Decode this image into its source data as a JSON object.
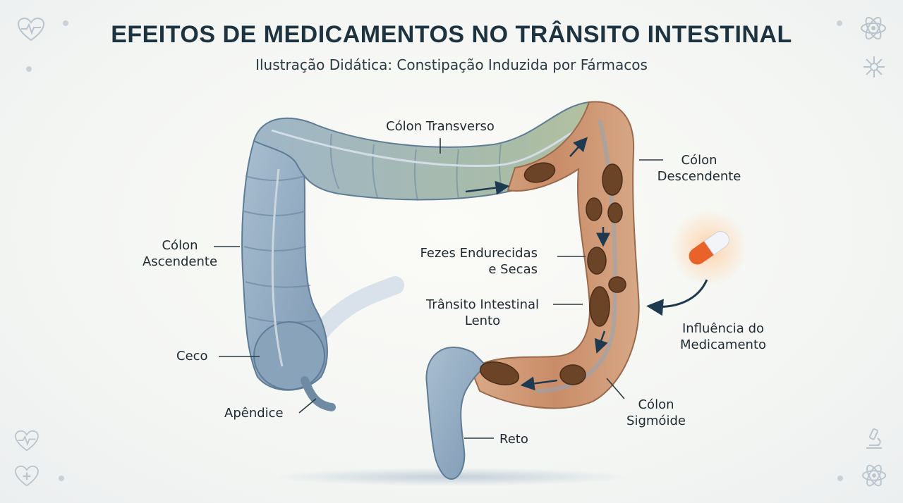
{
  "header": {
    "title": "EFEITOS DE MEDICAMENTOS NO TRÂNSITO INTESTINAL",
    "subtitle": "Ilustração Didática: Constipação Induzida por Fármacos"
  },
  "labels": {
    "transverse_colon": "Cólon Transverso",
    "descending_colon_line1": "Cólon",
    "descending_colon_line2": "Descendente",
    "ascending_colon_line1": "Cólon",
    "ascending_colon_line2": "Ascendente",
    "hard_stool_line1": "Fezes Endurecidas",
    "hard_stool_line2": "e Secas",
    "slow_transit_line1": "Trânsito Intestinal",
    "slow_transit_line2": "Lento",
    "medication_line1": "Influência do",
    "medication_line2": "Medicamento",
    "cecum": "Ceco",
    "appendix": "Apêndice",
    "sigmoid_line1": "Cólon",
    "sigmoid_line2": "Sigmóide",
    "rectum": "Reto"
  },
  "icons": {
    "corner_top_left": "heart-pulse-icon",
    "corner_top_right": "atom-icon",
    "right_molecule": "molecule-icon",
    "corner_bottom_left_1": "heart-pulse-icon",
    "corner_bottom_left_2": "heart-plus-icon",
    "corner_bottom_right_1": "microscope-icon",
    "corner_bottom_right_2": "atom-icon",
    "medication": "capsule-icon"
  },
  "colors": {
    "colon_blue": "#8fa9bf",
    "colon_affected": "#c98c68",
    "stool": "#6b4327",
    "capsule_orange": "#e8622a",
    "title": "#1e3340"
  }
}
